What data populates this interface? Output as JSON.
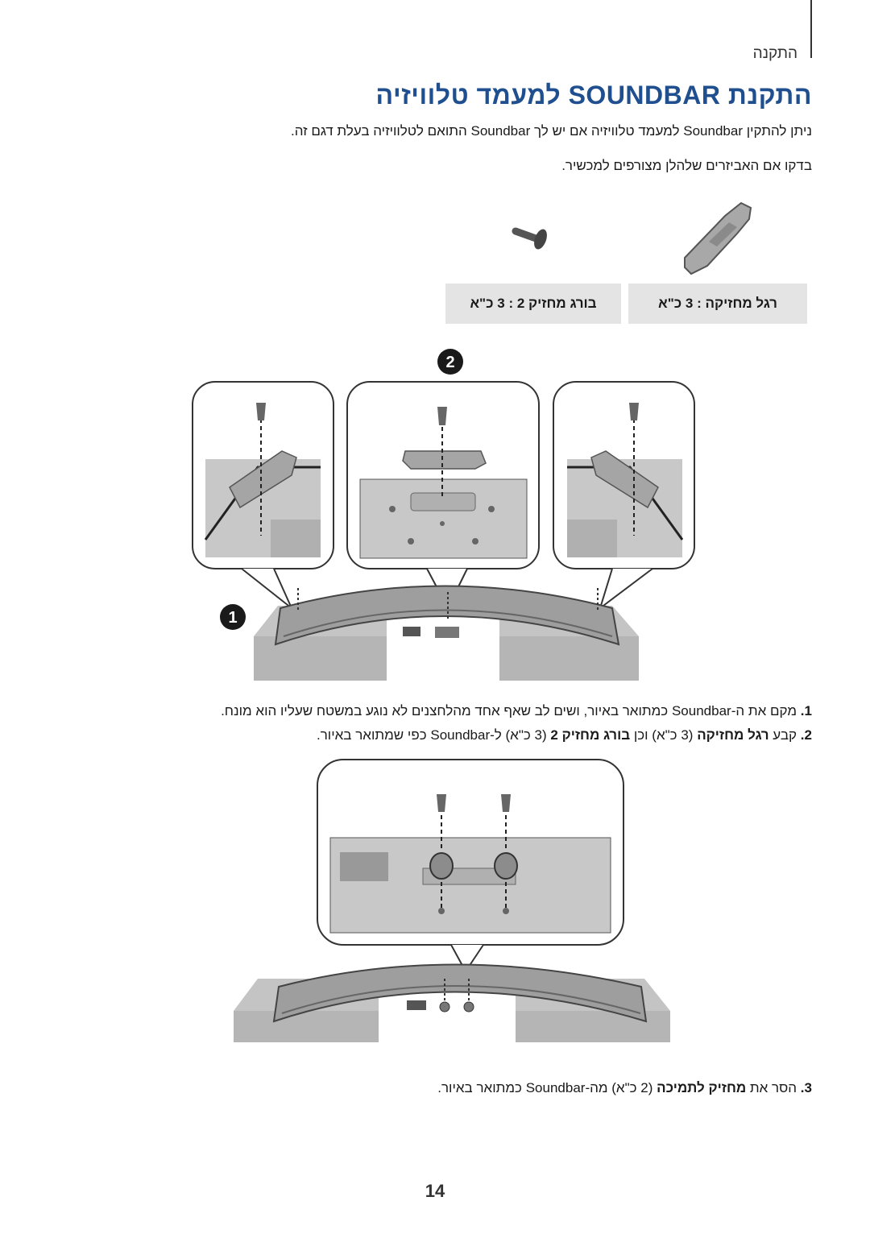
{
  "header": {
    "section_label": "התקנה"
  },
  "title": "התקנת SOUNDBAR למעמד טלוויזיה",
  "intro": {
    "line1": "ניתן להתקין Soundbar למעמד טלוויזיה אם יש לך Soundbar התואם לטלוויזיה בעלת דגם זה.",
    "line2": "בדקו אם האביזרים שלהלן מצורפים למכשיר."
  },
  "parts": [
    {
      "label": "רגל מחזיקה : 3 כ\"א"
    },
    {
      "label": "בורג מחזיק 2 : 3 כ\"א"
    }
  ],
  "callouts": {
    "one": "1",
    "two": "2"
  },
  "steps": [
    {
      "num": "1.",
      "text": "מקם את ה-Soundbar כמתואר באיור, ושים לב שאף אחד מהלחצנים לא נוגע במשטח שעליו הוא מונח."
    },
    {
      "num": "2.",
      "pre": "קבע ",
      "bold1": "רגל מחזיקה",
      "mid": " (3 כ\"א) וכן ",
      "bold2": "בורג מחזיק 2",
      "post": " (3 כ\"א) ל-Soundbar כפי שמתואר באיור."
    },
    {
      "num": "3.",
      "pre": "הסר את ",
      "bold1": "מחזיק לתמיכה",
      "post": " (2 כ\"א) מה-Soundbar כמתואר באיור."
    }
  ],
  "page_number": "14",
  "colors": {
    "title_blue": "#1f4f8f",
    "part_box_gray": "#e4e4e4",
    "illustration_gray": "#b5b5b5",
    "outline_dark": "#333333"
  },
  "icons": [
    "screw-icon",
    "holder-foot-icon",
    "soundbar-illustration",
    "callout-bubble"
  ]
}
